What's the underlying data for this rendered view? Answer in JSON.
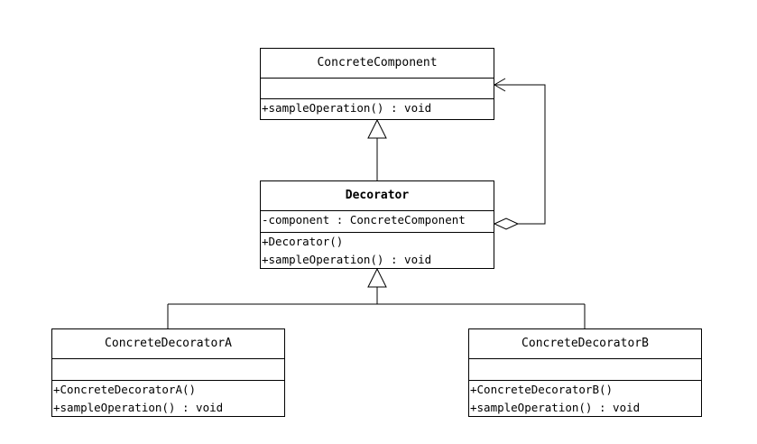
{
  "classes": {
    "concrete_component": {
      "name": "ConcreteComponent",
      "attributes": [],
      "operations": [
        "+sampleOperation() : void"
      ]
    },
    "decorator": {
      "name": "Decorator",
      "attributes": [
        "-component : ConcreteComponent"
      ],
      "operations": [
        "+Decorator()",
        "+sampleOperation() : void"
      ]
    },
    "concrete_decorator_a": {
      "name": "ConcreteDecoratorA",
      "attributes": [],
      "operations": [
        "+ConcreteDecoratorA()",
        "+sampleOperation() : void"
      ]
    },
    "concrete_decorator_b": {
      "name": "ConcreteDecoratorB",
      "attributes": [],
      "operations": [
        "+ConcreteDecoratorB()",
        "+sampleOperation() : void"
      ]
    }
  },
  "relationships": [
    {
      "type": "generalization",
      "from": "decorator",
      "to": "concrete_component"
    },
    {
      "type": "generalization",
      "from": "concrete_decorator_a",
      "to": "decorator"
    },
    {
      "type": "generalization",
      "from": "concrete_decorator_b",
      "to": "decorator"
    },
    {
      "type": "aggregation",
      "from": "decorator",
      "to": "concrete_component"
    }
  ]
}
